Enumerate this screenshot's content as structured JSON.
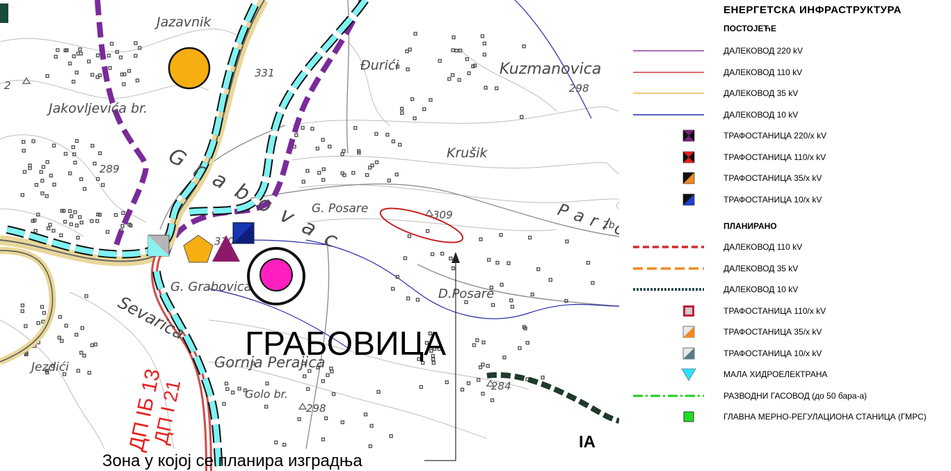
{
  "map": {
    "places": [
      "Jazavnik",
      "Đurići",
      "Kuzmanovica",
      "Jakovljevića br.",
      "Krušik",
      "G. Posare",
      "G. Grabovica",
      "D.Posare",
      "Jezdići",
      "Gornja Perajica",
      "Golo br.",
      "Sevarica",
      "Grabovac",
      "Parlog"
    ],
    "elevations": [
      "331",
      "298",
      "289",
      "309",
      "320",
      "284",
      "298",
      "2",
      "2b"
    ],
    "route_labels": [
      "ДП IБ 13",
      "ДП I 21"
    ],
    "town_label": "ГРАБОВИЦА",
    "zone_note": "Зона у којој се планира изградња",
    "edge_fragment": "IA"
  },
  "legend": {
    "title": "ЕНЕРГЕТСКА  ИНФРАСТРУКТУРА",
    "existing_heading": "ПОСТОЈЕЋЕ",
    "planned_heading": "ПЛАНИРАНО",
    "existing": [
      {
        "symbol": "line-solid",
        "color": "#8b3fa0",
        "label": "ДАЛЕКОВОД  220 kV"
      },
      {
        "symbol": "line-solid",
        "color": "#d13a3a",
        "label": "ДАЛЕКОВОД  110 kV"
      },
      {
        "symbol": "line-solid",
        "color": "#e3b54a",
        "label": "ДАЛЕКОВОД   35 kV"
      },
      {
        "symbol": "line-solid",
        "color": "#1f2fa8",
        "label": "ДАЛЕКОВОД  10 kV"
      },
      {
        "symbol": "substation-hourglass",
        "color": "#7b1f7b",
        "label": "ТРАФОСТАНИЦА  220/x kV"
      },
      {
        "symbol": "substation-hourglass",
        "color": "#e02020",
        "label": "ТРАФОСТАНИЦА  110/x kV"
      },
      {
        "symbol": "substation-diagonal",
        "color": "#f08a24",
        "label": "ТРАФОСТАНИЦА  35/x kV"
      },
      {
        "symbol": "substation-diagonal",
        "color": "#1f3fd0",
        "label": "ТРАФОСТАНИЦА   10/x kV"
      }
    ],
    "planned": [
      {
        "symbol": "line-dashed",
        "color": "#d42a2a",
        "label": "ДАЛЕКОВОД  110 kV"
      },
      {
        "symbol": "line-dashed-long",
        "color": "#f08a24",
        "label": "ДАЛЕКОВОД   35 kV"
      },
      {
        "symbol": "line-dotted",
        "color": "#2f4a4a",
        "label": "ДАЛЕКОВОД  10 kV"
      },
      {
        "symbol": "substation-planned-frame",
        "color": "#c0203a",
        "label": "ТРАФОСТАНИЦА  110/x kV"
      },
      {
        "symbol": "substation-planned-diagonal",
        "color": "#f08a24",
        "label": "ТРАФОСТАНИЦА 35/x kV"
      },
      {
        "symbol": "substation-planned-diagonal",
        "color": "#5a7a8a",
        "label": "ТРАФОСТАНИЦА   10/x kV"
      },
      {
        "symbol": "triangle-down",
        "color": "#2ee0ff",
        "label": "МАЛА  ХИДРОЕЛЕКТРАНА"
      },
      {
        "symbol": "line-dash-dot",
        "color": "#22cc22",
        "label": "РАЗВОДНИ  ГАСОВОД  (до 50 бара-а)"
      },
      {
        "symbol": "square",
        "color": "#22dd22",
        "label": "ГЛАВНА  МЕРНО-РЕГУЛАЦИОНА  СТАНИЦА  (ГМРС)"
      }
    ]
  }
}
